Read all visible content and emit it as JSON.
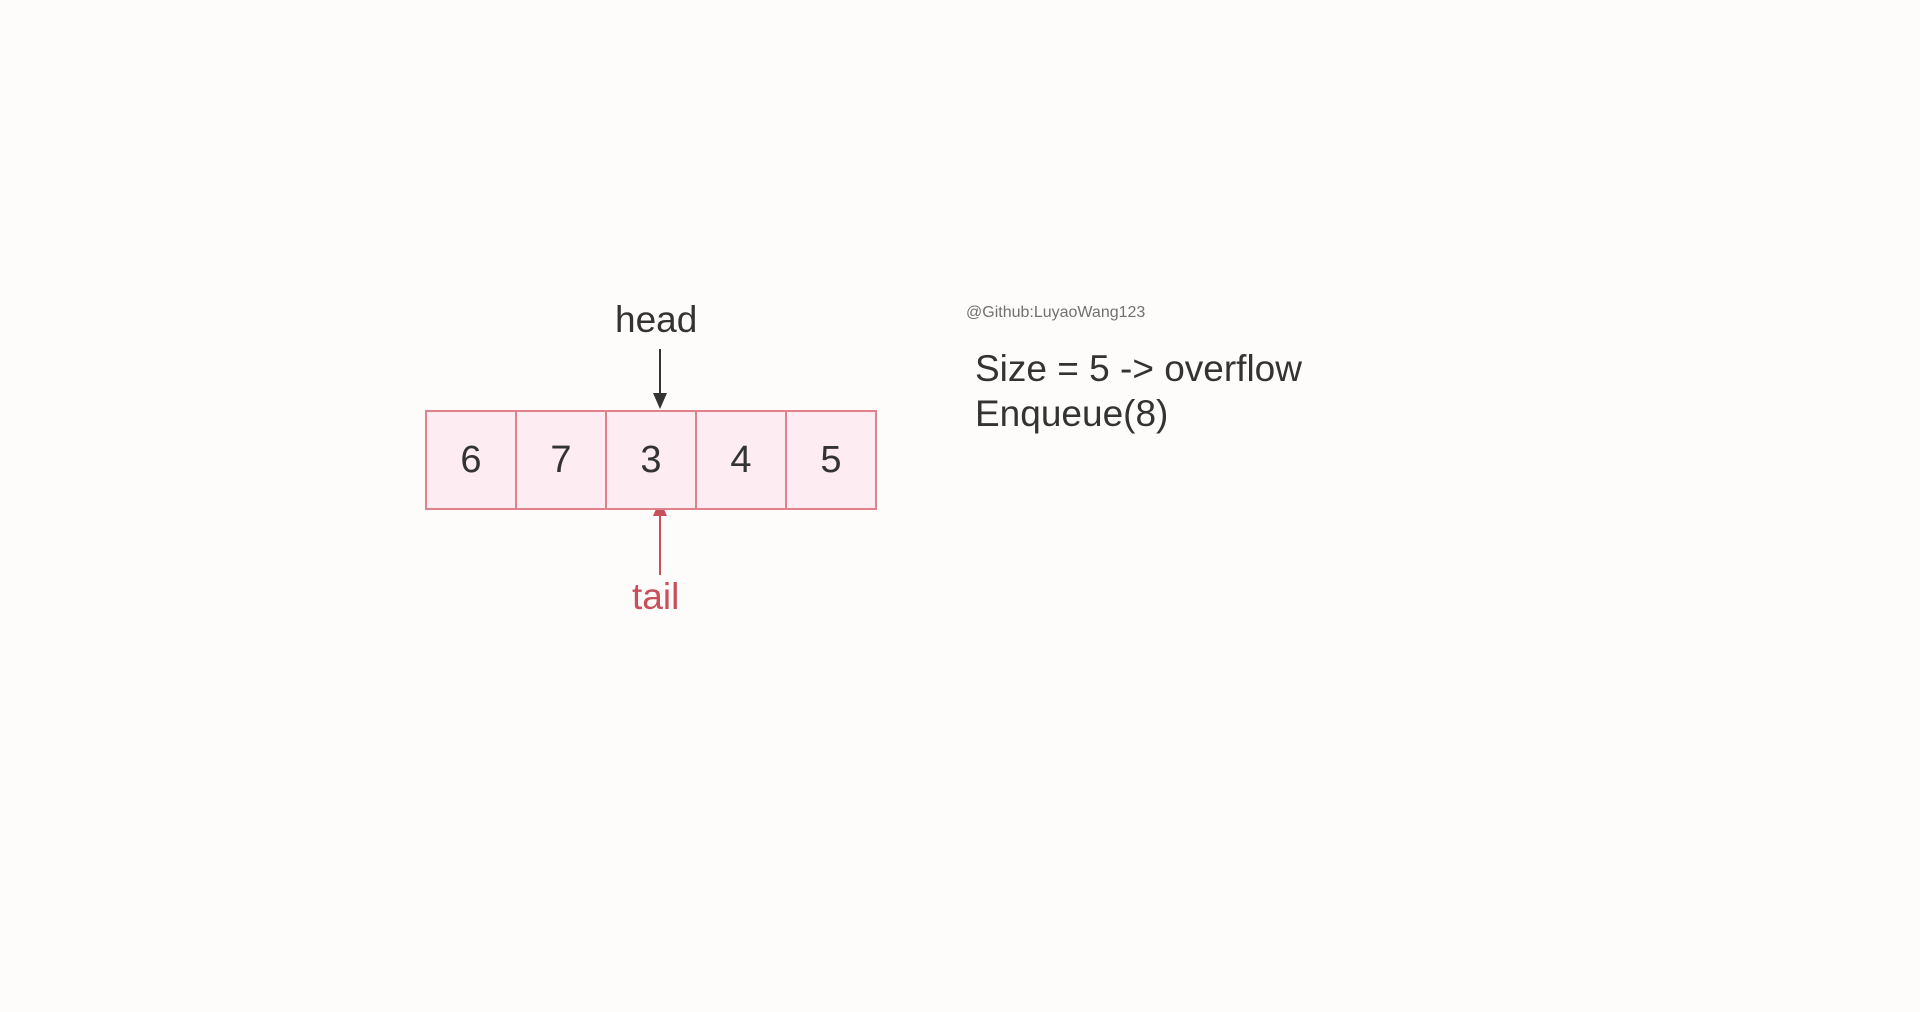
{
  "queue": {
    "cells": [
      "6",
      "7",
      "3",
      "4",
      "5"
    ]
  },
  "pointers": {
    "head_label": "head",
    "tail_label": "tail",
    "head_index": 2,
    "tail_index": 2
  },
  "watermark": "@Github:LuyaoWang123",
  "status": {
    "line1": "Size = 5 -> overflow",
    "line2": "Enqueue(8)"
  },
  "colors": {
    "cell_fill": "#fdecf2",
    "cell_border": "#e0818e",
    "head_arrow": "#333333",
    "tail_arrow": "#c8505a",
    "text": "#333333"
  }
}
